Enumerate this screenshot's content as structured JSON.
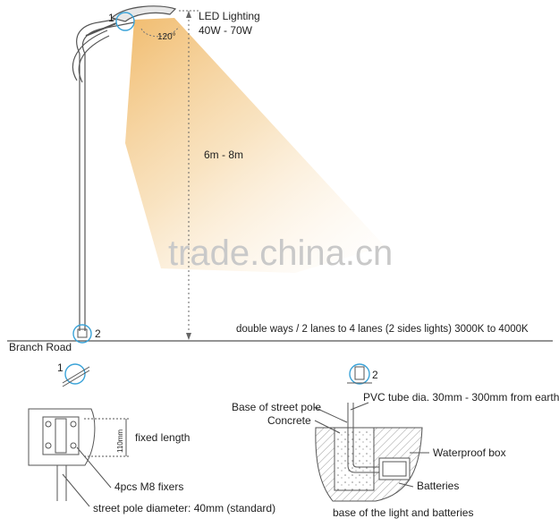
{
  "labels": {
    "led_lighting": "LED Lighting",
    "wattage": "40W - 70W",
    "angle": "120°",
    "height": "6m - 8m",
    "watermark": "trade.china.cn",
    "lanes": "double ways / 2 lanes to 4 lanes (2 sides lights)  3000K to 4000K",
    "branch_road": "Branch Road",
    "marker_1": "1",
    "marker_2": "2",
    "detail1_marker": "1",
    "detail2_marker": "2",
    "dimension_110": "110mm",
    "fixed_length": "fixed length",
    "fixers": "4pcs M8 fixers",
    "pole_diameter": "street pole diameter: 40mm (standard)",
    "base_of_pole": "Base of street pole",
    "pvc_tube": "PVC tube dia. 30mm - 300mm from earth",
    "concrete": "Concrete",
    "waterproof_box": "Waterproof box",
    "batteries": "Batteries",
    "base_caption": "base of the light and batteries"
  },
  "colors": {
    "light_beam": "#f3c98a",
    "line": "#555555",
    "marker": "#3aa3d8",
    "watermark": "#c9c9c9"
  }
}
